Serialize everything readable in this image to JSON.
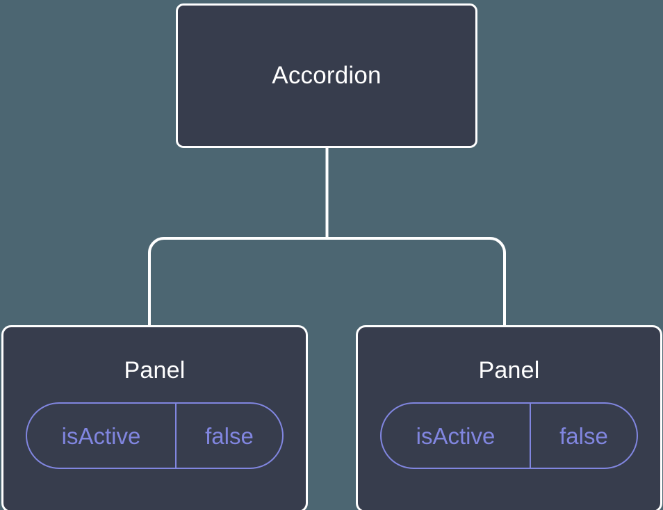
{
  "diagram": {
    "type": "component-tree",
    "background_color": "#4c6672",
    "node_fill_color": "#373d4d",
    "node_border_color": "#ffffff",
    "prop_accent_color": "#8186e0",
    "connector_color": "#ffffff",
    "root": {
      "label": "Accordion"
    },
    "children": [
      {
        "label": "Panel",
        "props": [
          {
            "key": "isActive",
            "value": "false"
          }
        ]
      },
      {
        "label": "Panel",
        "props": [
          {
            "key": "isActive",
            "value": "false"
          }
        ]
      }
    ]
  }
}
